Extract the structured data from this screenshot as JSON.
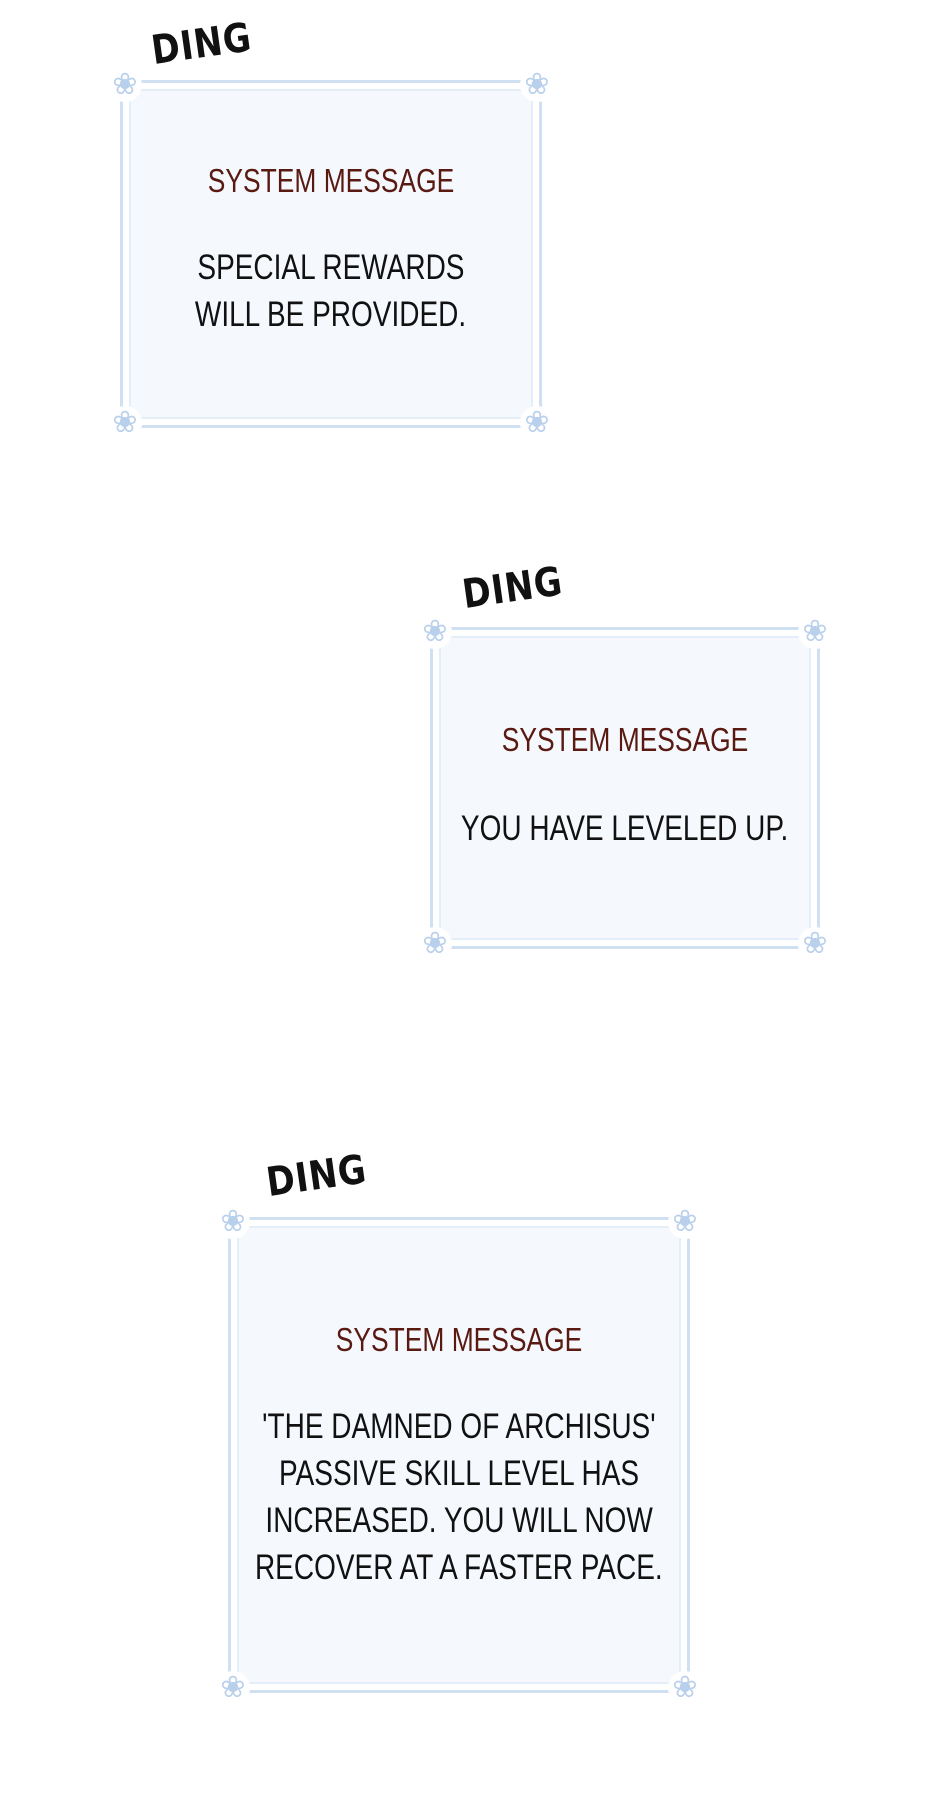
{
  "sfx": "DING",
  "colors": {
    "title": "#5a1a12",
    "frame": "#cfe0f3",
    "panel": "#f5f9fe"
  },
  "messages": [
    {
      "title": "SYSTEM MESSAGE",
      "lines": [
        "SPECIAL REWARDS",
        "WILL BE PROVIDED."
      ]
    },
    {
      "title": "SYSTEM MESSAGE",
      "lines": [
        "YOU HAVE LEVELED UP."
      ]
    },
    {
      "title": "SYSTEM MESSAGE",
      "lines": [
        "'THE DAMNED OF ARCHISUS'",
        "PASSIVE SKILL LEVEL HAS",
        "INCREASED. YOU WILL NOW",
        "RECOVER AT A FASTER PACE."
      ]
    }
  ]
}
